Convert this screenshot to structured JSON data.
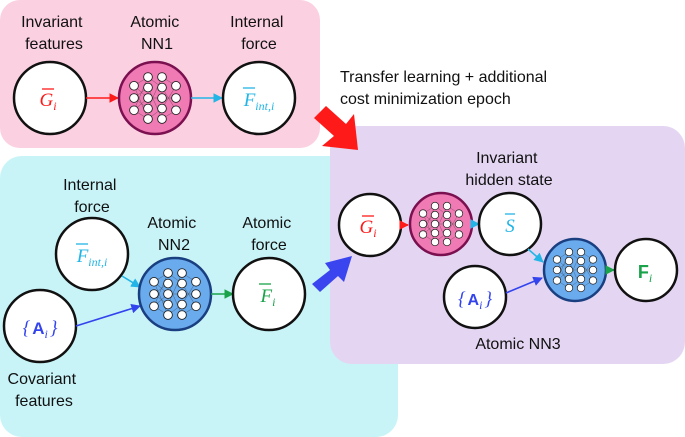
{
  "colors": {
    "pink_panel": "#fbd0e1",
    "cyan_panel": "#c8f4f8",
    "purple_panel": "#e4d6f2",
    "nn1_fill": "#f07ab3",
    "nn2_fill": "#6aabed",
    "red": "#ff1a1a",
    "cyan_arrow": "#22b5e6",
    "green": "#1aa34a",
    "blue_arrow": "#3344ee",
    "big_blue_arrow": "#3a45f0"
  },
  "top_panel": {
    "invariant_features": [
      "Invariant",
      "features"
    ],
    "atomic_nn1": [
      "Atomic",
      "NN1"
    ],
    "internal_force": [
      "Internal",
      "force"
    ],
    "g_symbol": "G",
    "g_sub": "i",
    "f_symbol": "F",
    "f_sub": "int,i"
  },
  "transfer_text": [
    "Transfer learning + additional",
    "cost minimization epoch"
  ],
  "left_panel": {
    "internal_force": [
      "Internal",
      "force"
    ],
    "atomic_nn2": [
      "Atomic",
      "NN2"
    ],
    "atomic_force": [
      "Atomic",
      "force"
    ],
    "covariant_features": [
      "Covariant",
      "features"
    ],
    "f_int_symbol": "F",
    "f_int_sub": "int,i",
    "a_symbol": "A",
    "a_sub": "i",
    "f_symbol": "F",
    "f_sub": "i"
  },
  "right_panel": {
    "invariant_hidden_state": [
      "Invariant",
      "hidden state"
    ],
    "atomic_nn3": "Atomic NN3",
    "g_symbol": "G",
    "g_sub": "i",
    "s_symbol": "S",
    "a_symbol": "A",
    "a_sub": "i",
    "f_symbol": "F",
    "f_sub": "i"
  }
}
